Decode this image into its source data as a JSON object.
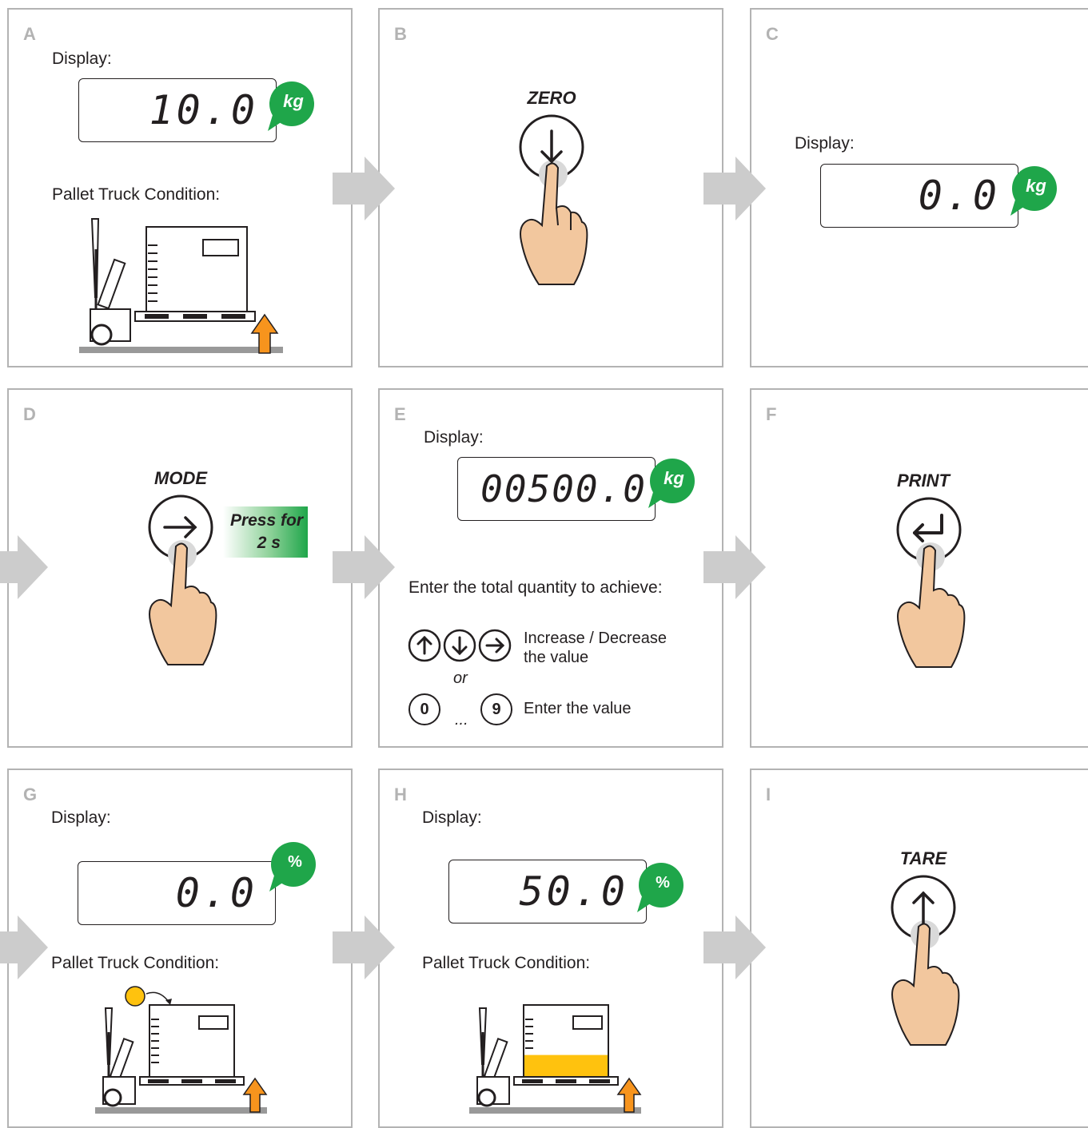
{
  "panels": [
    {
      "letter": "A"
    },
    {
      "letter": "B"
    },
    {
      "letter": "C"
    },
    {
      "letter": "D"
    },
    {
      "letter": "E"
    },
    {
      "letter": "F"
    },
    {
      "letter": "G"
    },
    {
      "letter": "H"
    },
    {
      "letter": "I"
    }
  ],
  "text": {
    "display": "Display:",
    "truck_condition": "Pallet Truck Condition:",
    "enter_total": "Enter the total quantity to achieve:",
    "increase_decrease": "Increase / Decrease",
    "the_value": "the value",
    "or": "or",
    "ellipsis": "...",
    "enter_value": "Enter the value",
    "press_for": "Press for",
    "press_time": "2 s"
  },
  "buttons": {
    "zero": "ZERO",
    "mode": "MODE",
    "print": "PRINT",
    "tare": "TARE"
  },
  "keys": {
    "zero_key": "0",
    "nine_key": "9"
  },
  "displays": {
    "a": {
      "value": "10.0",
      "unit": "kg"
    },
    "c": {
      "value": "0.0",
      "unit": "kg"
    },
    "e": {
      "value": "00500.0",
      "unit": "kg"
    },
    "g": {
      "value": "0.0",
      "unit": "%"
    },
    "h": {
      "value": "50.0",
      "unit": "%"
    }
  },
  "colors": {
    "panel_border": "#b3b3b3",
    "flow_arrow": "#cccccc",
    "unit_bubble": "#1fa64a",
    "lift_arrow": "#f7941d",
    "fill_level": "#ffc20e",
    "skin": "#f2c79e"
  },
  "fill_level_h": 0.3
}
